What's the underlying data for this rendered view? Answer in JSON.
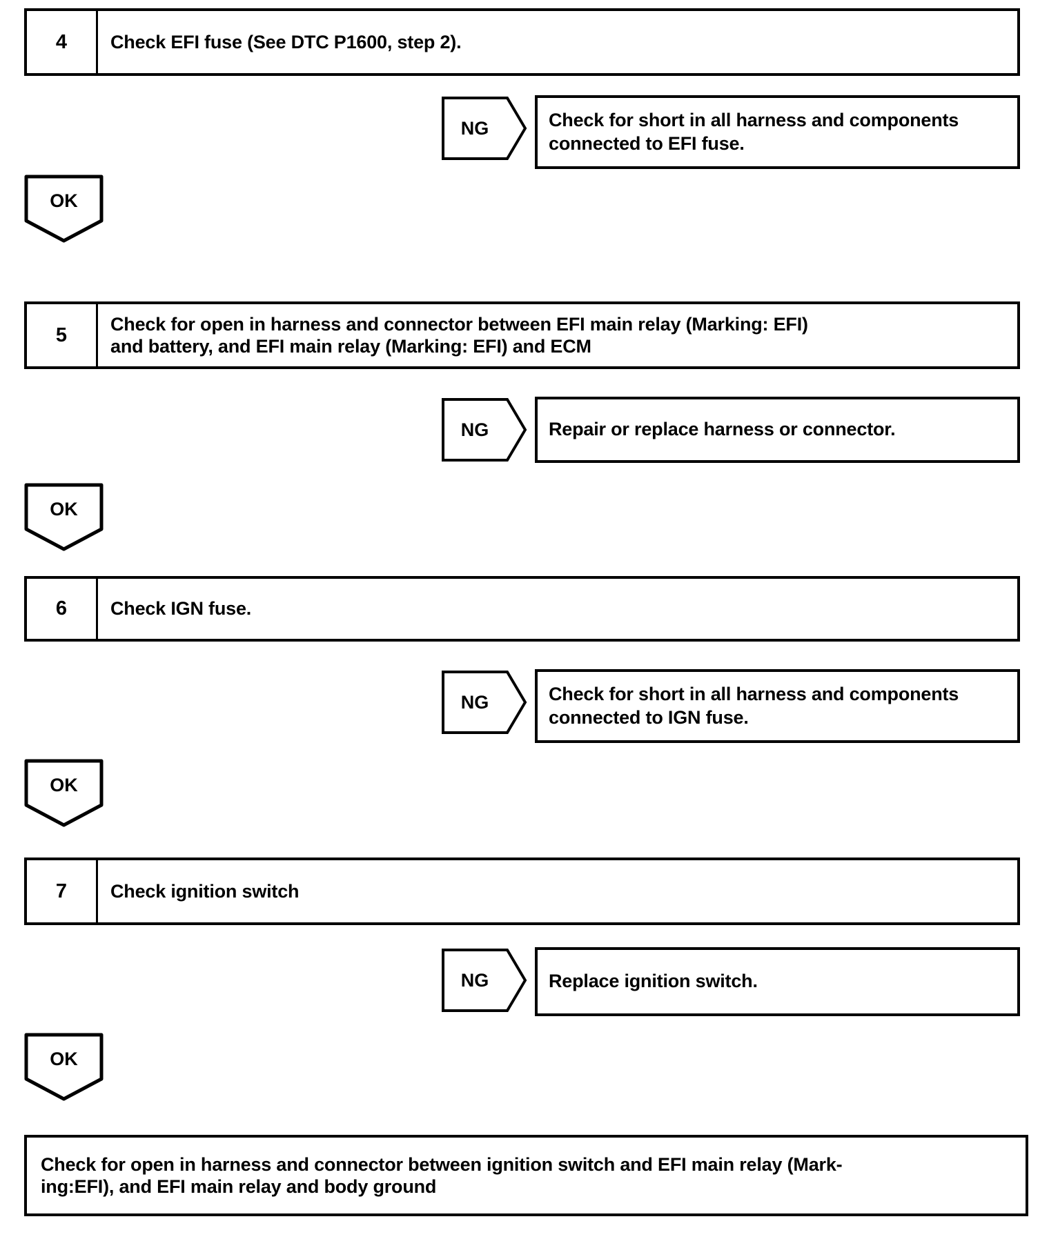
{
  "page": {
    "background": "#ffffff",
    "line_color": "#000000"
  },
  "flowchart": {
    "steps": [
      {
        "number": "4",
        "title": "Check EFI fuse (See DTC P1600, step 2).",
        "ng": {
          "label": "NG",
          "action": "Check for short in all harness and components\nconnected to EFI fuse."
        },
        "ok_label": "OK"
      },
      {
        "number": "5",
        "title": "Check for open in harness and connector between EFI main relay (Marking: EFI)\nand battery, and EFI main relay (Marking: EFI) and ECM",
        "ng": {
          "label": "NG",
          "action": "Repair or replace harness or connector."
        },
        "ok_label": "OK"
      },
      {
        "number": "6",
        "title": "Check IGN fuse.",
        "ng": {
          "label": "NG",
          "action": "Check for short in all harness and components\nconnected to IGN fuse."
        },
        "ok_label": "OK"
      },
      {
        "number": "7",
        "title": "Check ignition switch",
        "ng": {
          "label": "NG",
          "action": "Replace ignition switch."
        },
        "ok_label": "OK"
      }
    ],
    "final_action": "Check for open in harness and connector between ignition switch and EFI main relay (Mark-\ning:EFI), and EFI main relay and body ground"
  }
}
